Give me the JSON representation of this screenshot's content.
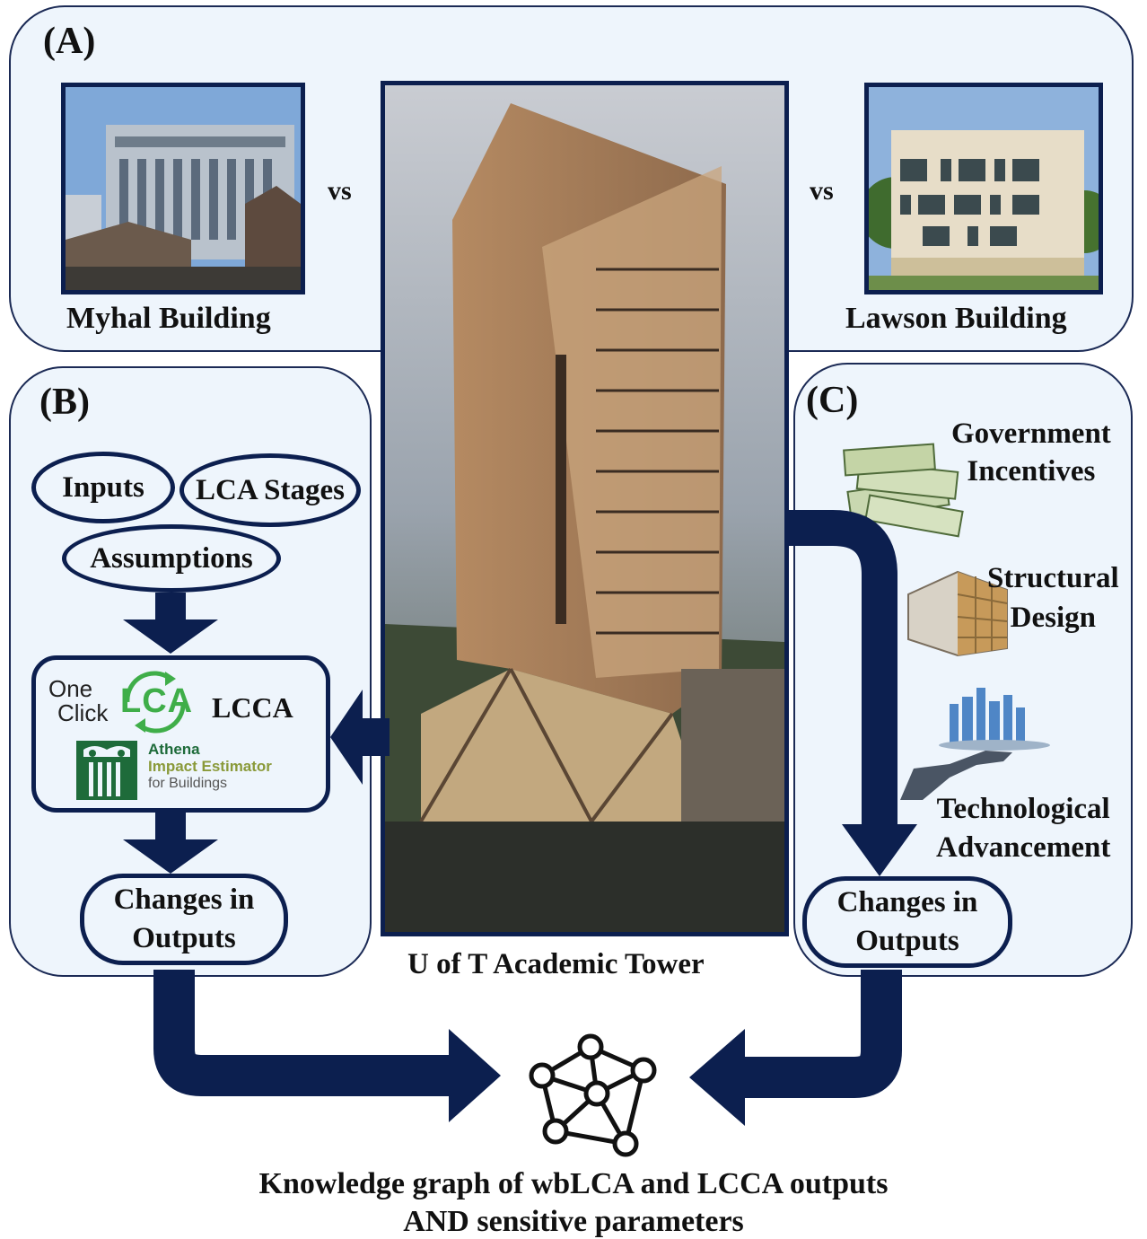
{
  "panel_a": {
    "label": "(A)",
    "vs_left": "vs",
    "vs_right": "vs",
    "left_building": "Myhal Building",
    "right_building": "Lawson Building"
  },
  "tower": {
    "caption": "U of T Academic Tower"
  },
  "panel_b": {
    "label": "(B)",
    "inputs": "Inputs",
    "lca_stages": "LCA Stages",
    "assumptions": "Assumptions",
    "tools": {
      "oneclick_line1": "One",
      "oneclick_line2": "Click",
      "oneclick_lca": "LCA",
      "lcca": "LCCA",
      "athena_line1": "Athena",
      "athena_line2": "Impact Estimator",
      "athena_line3": "for Buildings"
    },
    "changes": "Changes in\nOutputs"
  },
  "panel_c": {
    "label": "(C)",
    "incentives": "Government\nIncentives",
    "structural": "Structural\nDesign",
    "technological": "Technological\nAdvancement",
    "changes": "Changes in\nOutputs"
  },
  "footer": {
    "line1": "Knowledge graph of wbLCA and LCCA outputs",
    "line2": "AND sensitive parameters"
  },
  "colors": {
    "navy": "#0c1f4f",
    "panel_bg": "#eef5fc",
    "oneclick_green": "#3fae49",
    "athena_green": "#1e6b3a",
    "athena_olive": "#8a9a3a"
  }
}
